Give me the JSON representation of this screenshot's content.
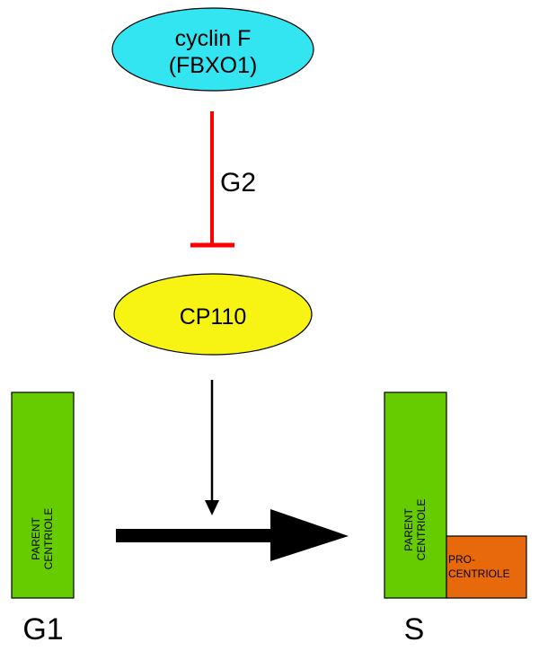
{
  "nodes": {
    "cyclin_f": {
      "line1": "cyclin F",
      "line2": "(FBXO1)",
      "fill": "#33e5f0"
    },
    "cp110": {
      "label": "CP110",
      "fill": "#f7f312"
    }
  },
  "edges": {
    "inhibition": {
      "label": "G2",
      "color": "#ff0000",
      "type": "inhibits"
    },
    "promotion": {
      "color": "#000000",
      "type": "promotes"
    }
  },
  "stages": {
    "g1": {
      "label": "G1",
      "parent": {
        "line1": "PARENT",
        "line2": "CENTRIOLE"
      }
    },
    "s": {
      "label": "S",
      "parent": {
        "line1": "PARENT",
        "line2": "CENTRIOLE"
      },
      "procentriole": {
        "line1": "PRO-",
        "line2": "CENTRIOLE"
      }
    }
  },
  "colors": {
    "centriole": "#66cc00",
    "procentriole": "#e8680c"
  }
}
